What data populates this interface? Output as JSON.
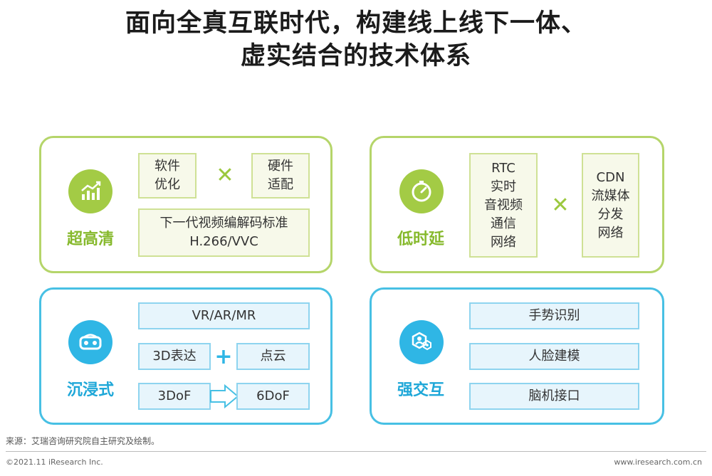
{
  "title": {
    "line1": "面向全真互联时代，构建线上线下一体、",
    "line2": "虚实结合的技术体系"
  },
  "panels": {
    "hd": {
      "label": "超高清",
      "icon": "bar-chart-icon",
      "software": "软件\n优化",
      "op": "✕",
      "hardware": "硬件\n适配",
      "codec": "下一代视频编解码标准\nH.266/VVC"
    },
    "latency": {
      "label": "低时延",
      "icon": "stopwatch-icon",
      "rtc": "RTC\n实时\n音视频\n通信\n网络",
      "op": "✕",
      "cdn": "CDN\n流媒体\n分发\n网络"
    },
    "immersive": {
      "label": "沉浸式",
      "icon": "vr-headset-icon",
      "vr": "VR/AR/MR",
      "display3d": "3D表达",
      "op": "+",
      "pointcloud": "点云",
      "dof3": "3DoF",
      "dof6": "6DoF"
    },
    "interactive": {
      "label": "强交互",
      "icon": "hex-interaction-icon",
      "items": [
        "手势识别",
        "人脸建模",
        "脑机接口"
      ]
    }
  },
  "colors": {
    "green": "#a3cb45",
    "blue": "#2fb6e5"
  },
  "footer": {
    "source": "来源：艾瑞咨询研究院自主研究及绘制。",
    "copyright": "©2021.11 iResearch Inc.",
    "site": "www.iresearch.com.cn"
  }
}
